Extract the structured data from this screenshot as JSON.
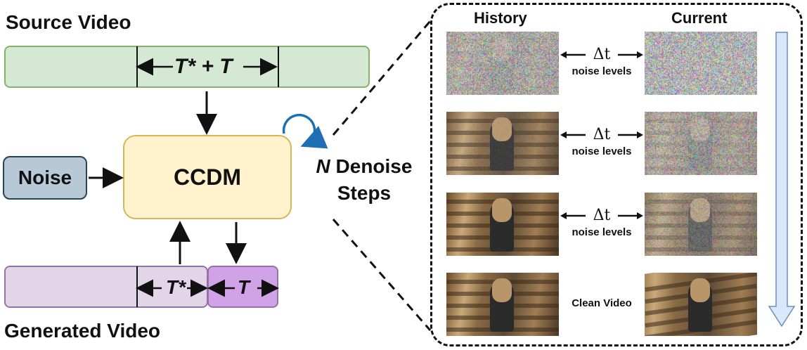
{
  "left": {
    "source_title": "Source Video",
    "source_span": "T* + T",
    "noise_label": "Noise",
    "model_label": "CCDM",
    "generated_title": "Generated Video",
    "gen_history_span": "T*",
    "gen_current_span": "T",
    "loop_n": "N",
    "loop_label_1": "Denoise",
    "loop_label_2": "Steps"
  },
  "panel": {
    "history_header": "History",
    "current_header": "Current",
    "rows": [
      {
        "delta": "Δt",
        "caption": "noise levels",
        "history_noise": 0.85,
        "current_noise": 1.0
      },
      {
        "delta": "Δt",
        "caption": "noise levels",
        "history_noise": 0.15,
        "current_noise": 0.75
      },
      {
        "delta": "Δt",
        "caption": "noise levels",
        "history_noise": 0.0,
        "current_noise": 0.45
      },
      {
        "delta": "",
        "caption": "Clean Video",
        "history_noise": 0.0,
        "current_noise": 0.0
      }
    ]
  },
  "colors": {
    "source_fill": "#d5e8d4",
    "generated_fill": "#e1d5e7",
    "generated_current_fill": "#cfa3e6",
    "model_fill": "#fff2cc",
    "noise_fill": "#b7c9d6",
    "loop_arrow": "#1f6fb5",
    "progress_arrow": "#dae8fc"
  }
}
